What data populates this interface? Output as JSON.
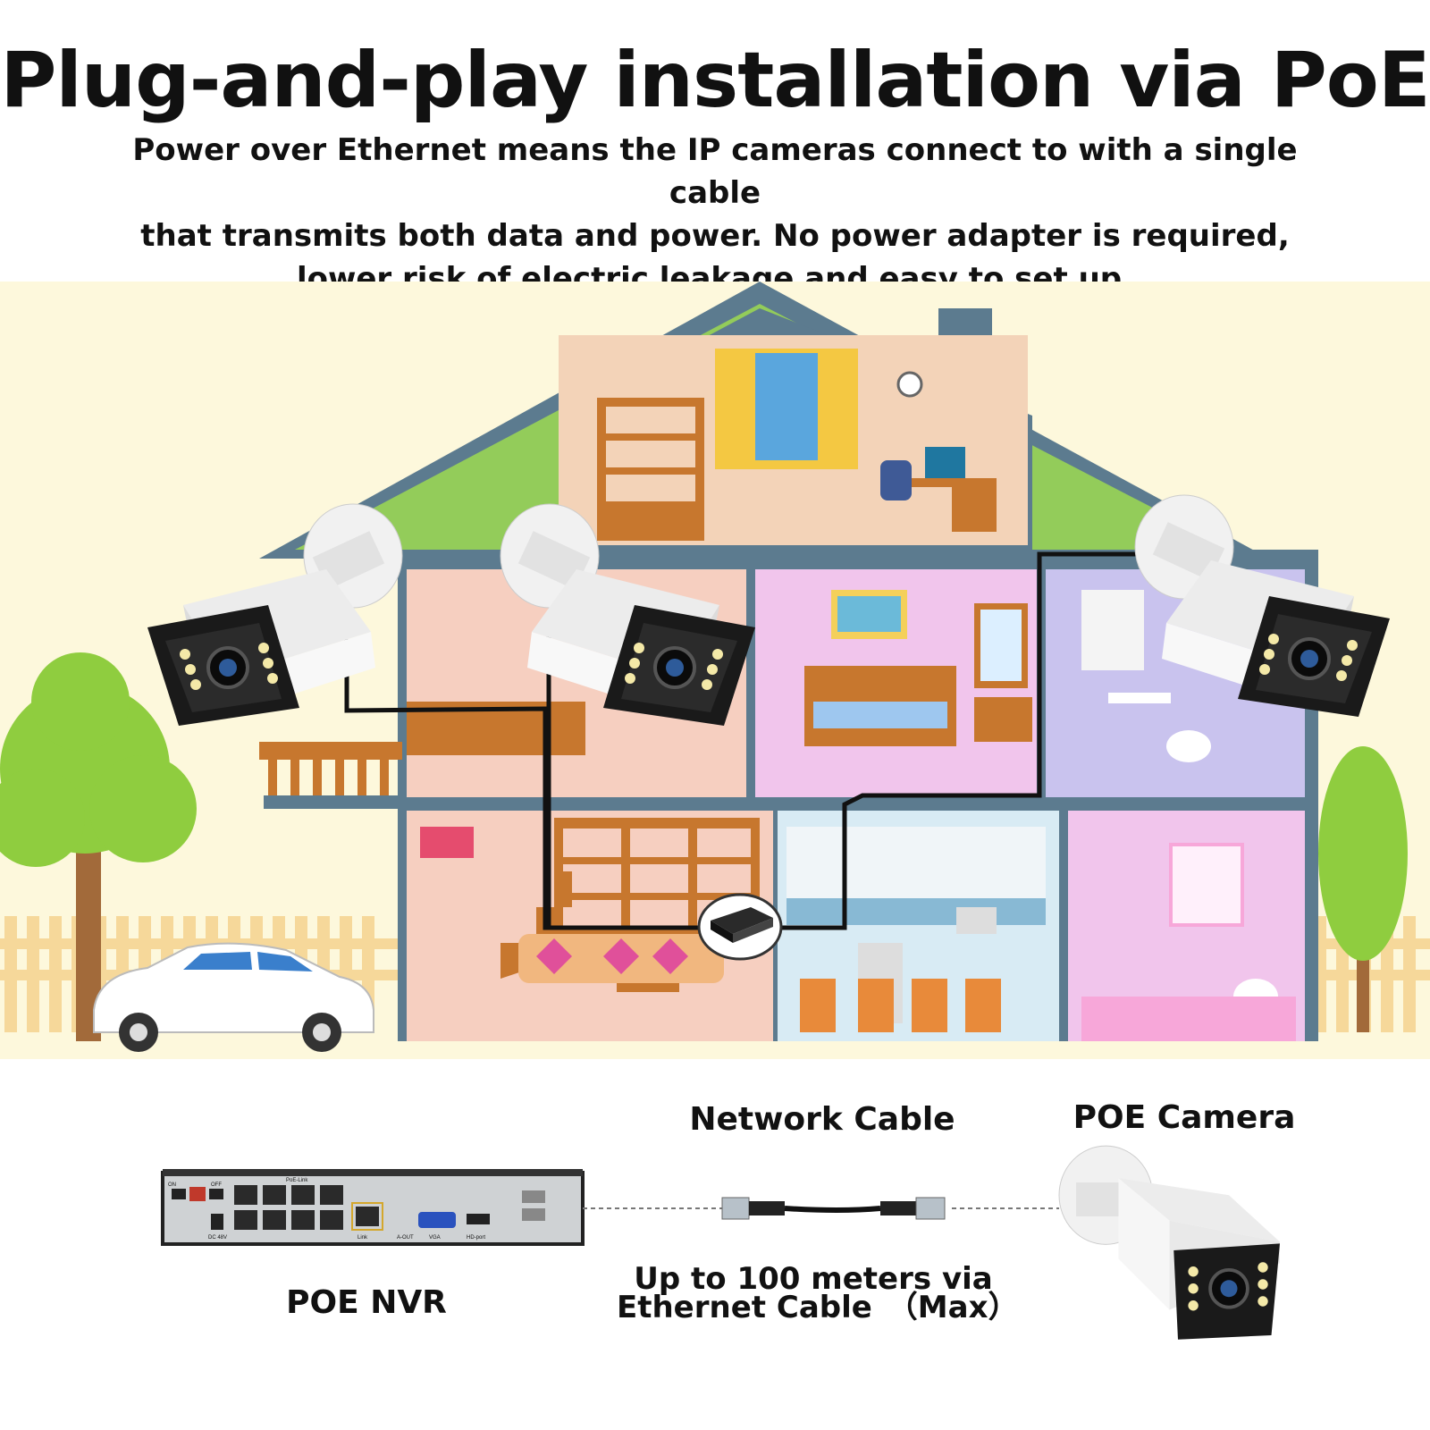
{
  "header": {
    "title": "Plug-and-play installation via PoE",
    "subtitle_lines": [
      "Power over Ethernet means the IP cameras connect to with a single cable",
      "that transmits both data and power. No power adapter is required,",
      "lower risk of electric leakage and easy to set up."
    ]
  },
  "diagram": {
    "network_cable_label": "Network Cable",
    "poe_camera_label": "POE Camera",
    "poe_nvr_label": "POE NVR",
    "distance_lines": [
      "Up to 100 meters via",
      "Ethernet Cable　（Max）"
    ],
    "nvr_ports": {
      "poe_link": "PoE-Link",
      "on": "ON",
      "off": "OFF",
      "dc": "DC 48V",
      "link": "Link",
      "aout": "A-OUT",
      "vga": "VGA",
      "hdmi": "HD-port"
    }
  },
  "colors": {
    "sky": "#fdf8dc",
    "roof": "#5c7b8f",
    "grass": "#93cc5a",
    "tree": "#8fcd3f",
    "trunk": "#a26a3a",
    "fence": "#f6d89a",
    "wood": "#c7772e",
    "pink_room": "#f1c5ec",
    "peach_room": "#f6cfc0",
    "bath": "#c9c3ee",
    "attic": "#f3d3b8",
    "kitchen": "#c9e4f1",
    "cable": "#111111"
  }
}
